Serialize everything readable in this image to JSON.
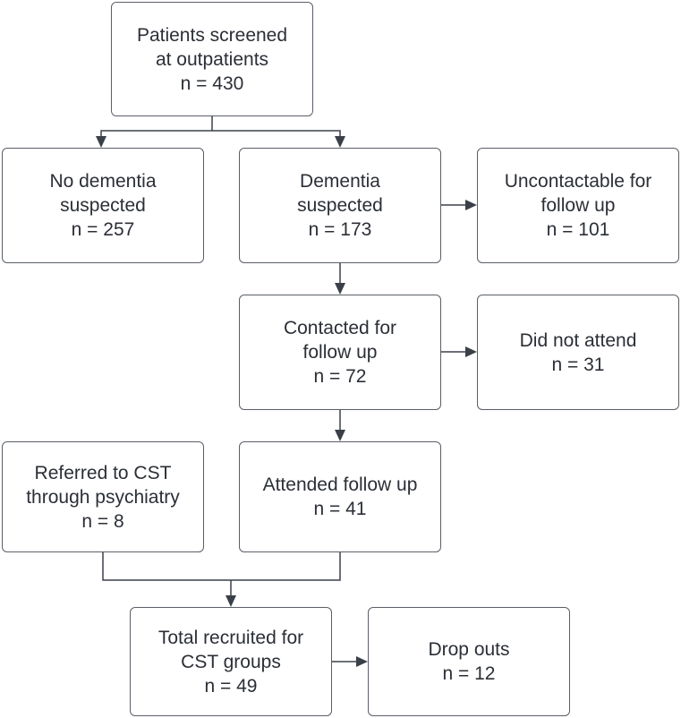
{
  "nodes": {
    "screened": {
      "lines": [
        "Patients screened",
        "at outpatients",
        "n = 430"
      ]
    },
    "no_dementia": {
      "lines": [
        "No dementia",
        "suspected",
        "n = 257"
      ]
    },
    "dementia": {
      "lines": [
        "Dementia",
        "suspected",
        "n = 173"
      ]
    },
    "uncontactable": {
      "lines": [
        "Uncontactable for",
        "follow up",
        "n = 101"
      ]
    },
    "contacted": {
      "lines": [
        "Contacted for",
        "follow up",
        "n = 72"
      ]
    },
    "did_not_attend": {
      "lines": [
        "Did not attend",
        "n = 31"
      ]
    },
    "referred": {
      "lines": [
        "Referred to CST",
        "through psychiatry",
        "n = 8"
      ]
    },
    "attended": {
      "lines": [
        "Attended follow up",
        "n = 41"
      ]
    },
    "total": {
      "lines": [
        "Total recruited for",
        "CST groups",
        "n = 49"
      ]
    },
    "dropouts": {
      "lines": [
        "Drop outs",
        "n = 12"
      ]
    }
  },
  "colors": {
    "border": "#5a5f66",
    "arrow": "#3b4048",
    "text": "#2b2f36"
  }
}
